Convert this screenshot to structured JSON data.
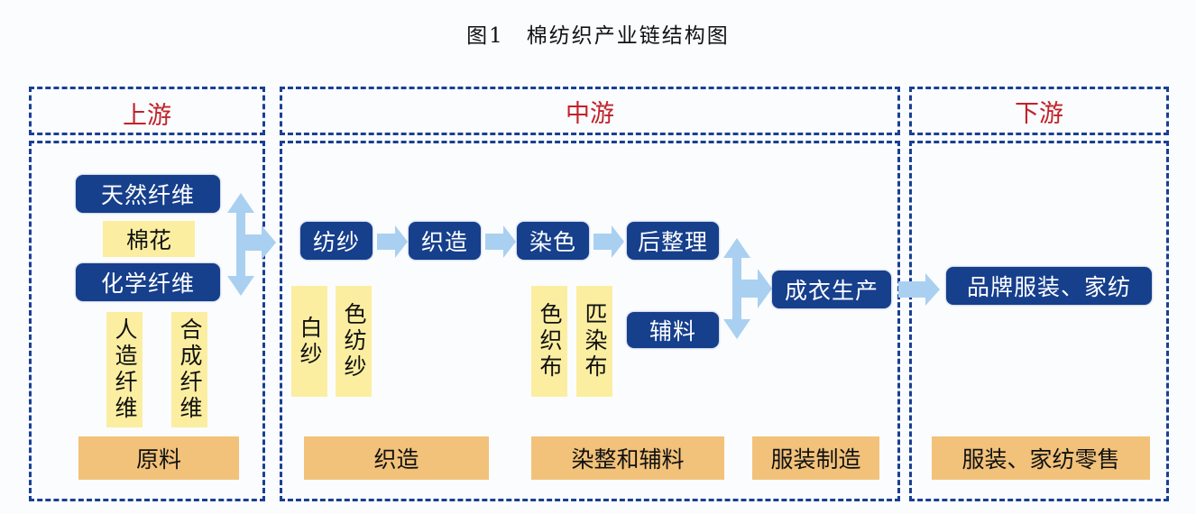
{
  "title": "图1　棉纺织产业链结构图",
  "colors": {
    "border": "#1a3f93",
    "stage_label": "#c0232a",
    "node_bg": "#163f8c",
    "sub_bg": "#fbeea1",
    "category_bg": "#f2c27a",
    "arrow": "#a9d0f0"
  },
  "stages": {
    "upstream": "上游",
    "midstream": "中游",
    "downstream": "下游"
  },
  "upstream": {
    "nodes": [
      "天然纤维",
      "化学纤维"
    ],
    "cotton": "棉花",
    "chem_subtypes": [
      "人造纤维",
      "合成纤维"
    ],
    "category": "原料"
  },
  "midstream": {
    "flow": [
      "纺纱",
      "织造",
      "染色",
      "后整理"
    ],
    "accessories": "辅料",
    "garment": "成衣生产",
    "yarn_types": [
      "白纱",
      "色纺纱"
    ],
    "fabric_types": [
      "色织布",
      "匹染布"
    ],
    "categories": [
      "织造",
      "染整和辅料",
      "服装制造"
    ]
  },
  "downstream": {
    "node": "品牌服装、家纺",
    "category": "服装、家纺零售"
  },
  "edges": [
    {
      "from": "天然纤维/化学纤维",
      "to": "纺纱"
    },
    {
      "from": "纺纱",
      "to": "织造"
    },
    {
      "from": "织造",
      "to": "染色"
    },
    {
      "from": "染色",
      "to": "后整理"
    },
    {
      "from": "后整理/辅料",
      "to": "成衣生产"
    },
    {
      "from": "成衣生产",
      "to": "品牌服装、家纺"
    }
  ]
}
